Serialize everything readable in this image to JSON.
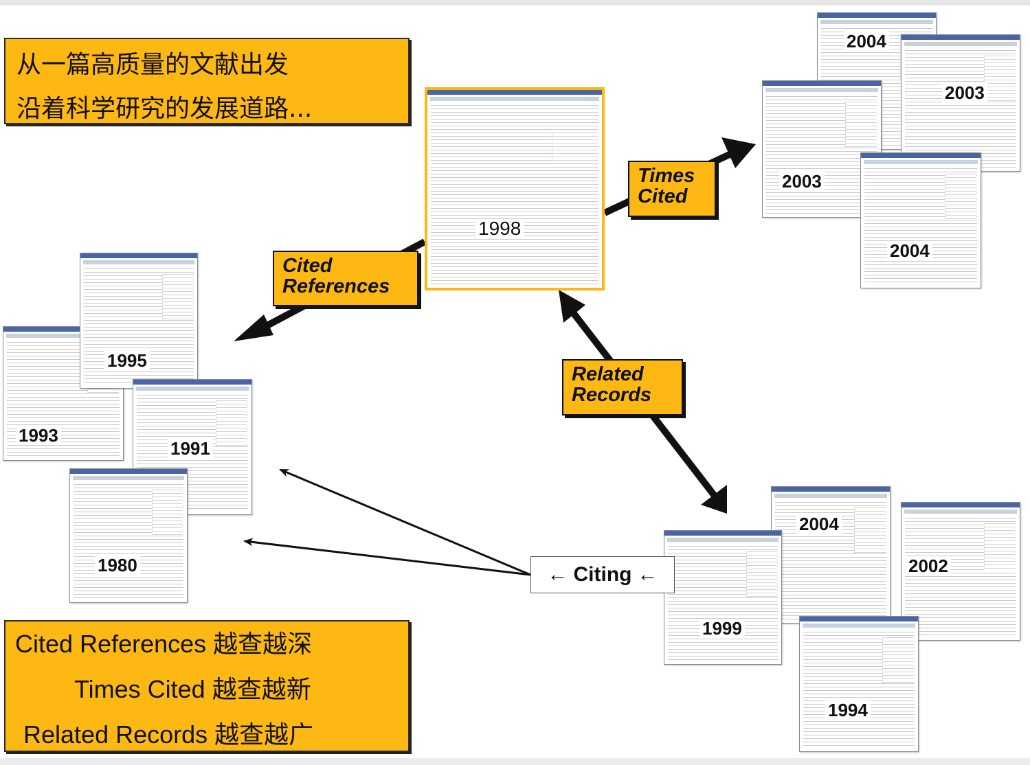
{
  "intro": {
    "line1": "从一篇高质量的文献出发",
    "line2": "沿着科学研究的发展道路..."
  },
  "labels": {
    "cited_references": [
      "Cited",
      "References"
    ],
    "times_cited": [
      "Times",
      "Cited"
    ],
    "related_records": [
      "Related",
      "Records"
    ],
    "citing": "Citing"
  },
  "documents": {
    "main": "1998",
    "times_cited_top": "2004",
    "times_cited_right": "2003",
    "times_cited_left": "2003",
    "times_cited_bottom": "2004",
    "cited_ref_top": "1995",
    "cited_ref_left": "1993",
    "cited_ref_mid": "1991",
    "cited_ref_bottom": "1980",
    "related_left": "1999",
    "related_mid": "2004",
    "related_right": "2002",
    "related_bottom": "1994"
  },
  "summary": {
    "line1": "Cited References 越查越深",
    "line2": "Times Cited 越查越新",
    "line3": "Related Records 越查越广"
  },
  "colors": {
    "accent": "#fdb813",
    "arrow": "#111111"
  }
}
